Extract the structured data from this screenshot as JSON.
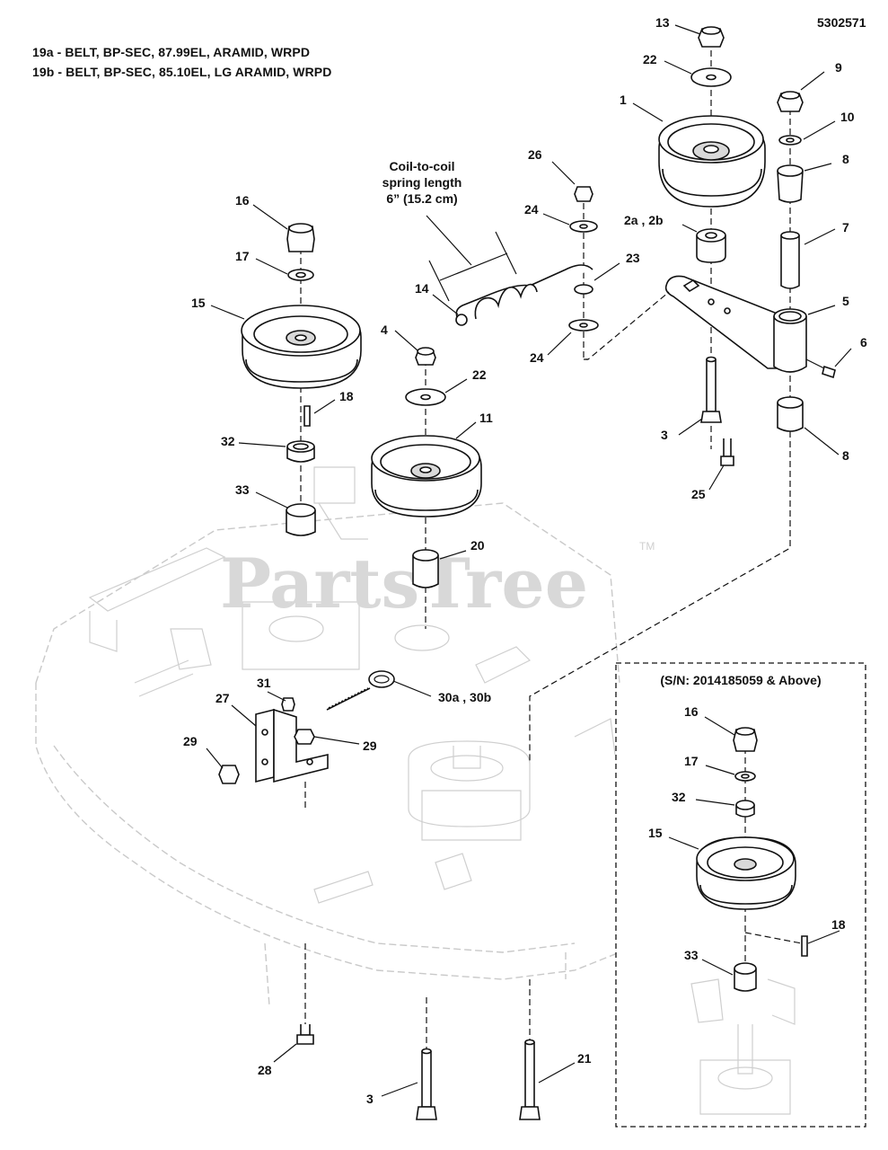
{
  "doc_number": "5302571",
  "notes": [
    "19a - BELT, BP-SEC, 87.99EL, ARAMID, WRPD",
    "19b - BELT, BP-SEC, 85.10EL, LG ARAMID, WRPD"
  ],
  "spring_note": [
    "Coil-to-coil",
    "spring length",
    "6” (15.2 cm)"
  ],
  "watermark": "PartsTree",
  "watermark_tm": "TM",
  "inset_title": "(S/N: 2014185059 & Above)",
  "callouts": {
    "c13": "13",
    "c22a": "22",
    "c9": "9",
    "c1": "1",
    "c10": "10",
    "c8a": "8",
    "c26": "26",
    "c7": "7",
    "c24a": "24",
    "c2a2b": "2a , 2b",
    "c23": "23",
    "c16": "16",
    "c14": "14",
    "c17": "17",
    "c5": "5",
    "c15": "15",
    "c24b": "24",
    "c6": "6",
    "c4": "4",
    "c22b": "22",
    "c18": "18",
    "c11": "11",
    "c32": "32",
    "c3a": "3",
    "c8b": "8",
    "c25": "25",
    "c33": "33",
    "c20": "20",
    "c31": "31",
    "c27": "27",
    "c30": "30a , 30b",
    "c29a": "29",
    "c29b": "29",
    "c28": "28",
    "c3b": "3",
    "c21": "21",
    "i16": "16",
    "i17": "17",
    "i32": "32",
    "i15": "15",
    "i18": "18",
    "i33": "33"
  }
}
